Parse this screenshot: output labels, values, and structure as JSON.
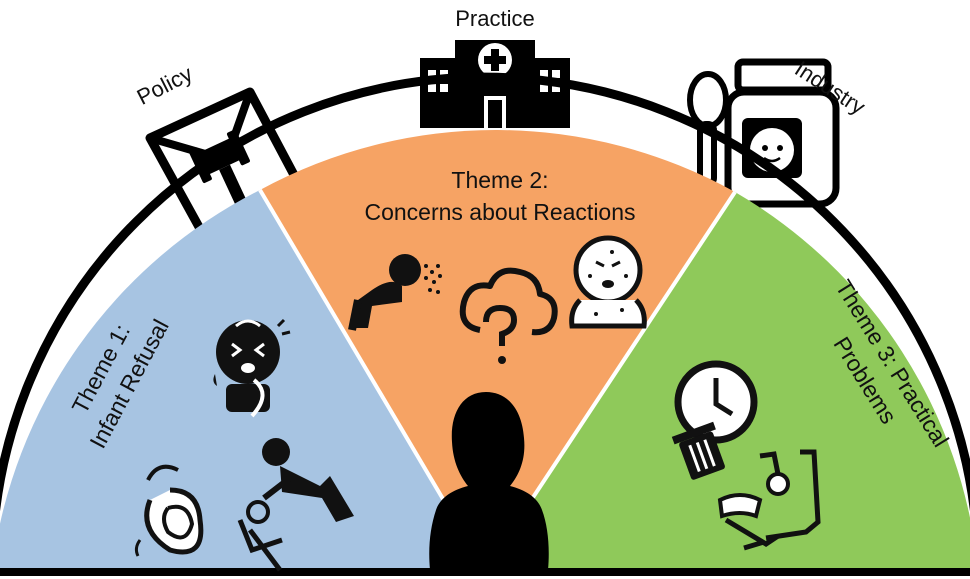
{
  "top_labels": {
    "policy": "Policy",
    "practice": "Practice",
    "industry": "Industry"
  },
  "themes": {
    "theme1": {
      "line1": "Theme 1:",
      "line2": "Infant Refusal",
      "color": "#a7c4e2"
    },
    "theme2": {
      "line1": "Theme 2:",
      "line2": "Concerns about Reactions",
      "color": "#f6a364"
    },
    "theme3": {
      "line1": "Theme 3: Practical",
      "line2": "Problems",
      "color": "#8fc95a"
    }
  },
  "colors": {
    "outline": "#000000",
    "icon": "#111111",
    "background": "#ffffff"
  },
  "icons": [
    "gavel-document-icon",
    "hospital-icon",
    "baby-food-jar-icon",
    "spoon-icon",
    "crying-baby-icon",
    "refusing-mouth-icon",
    "force-feeding-icon",
    "vomiting-person-icon",
    "question-cloud-icon",
    "baby-rash-icon",
    "clock-icon",
    "trash-bin-icon",
    "high-chair-mess-icon",
    "woman-silhouette-icon"
  ]
}
